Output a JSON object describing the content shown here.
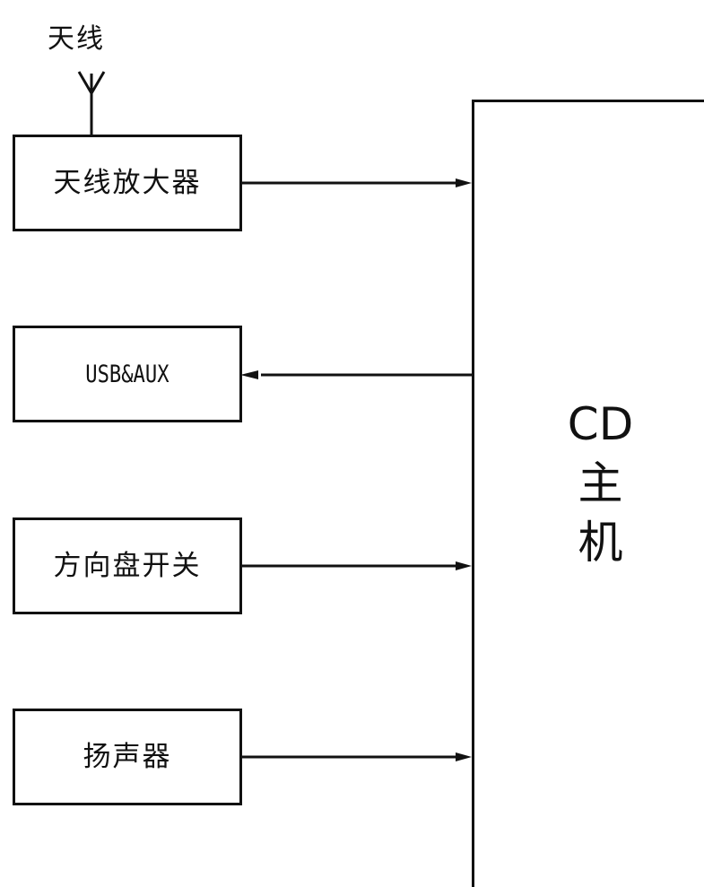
{
  "diagram": {
    "antenna_label": "天线",
    "blocks": {
      "antenna_amplifier": "天线放大器",
      "usb_aux": "USB&AUX",
      "steering_switch": "方向盘开关",
      "speaker": "扬声器"
    },
    "main_unit_label": "CD\n主\n机"
  }
}
